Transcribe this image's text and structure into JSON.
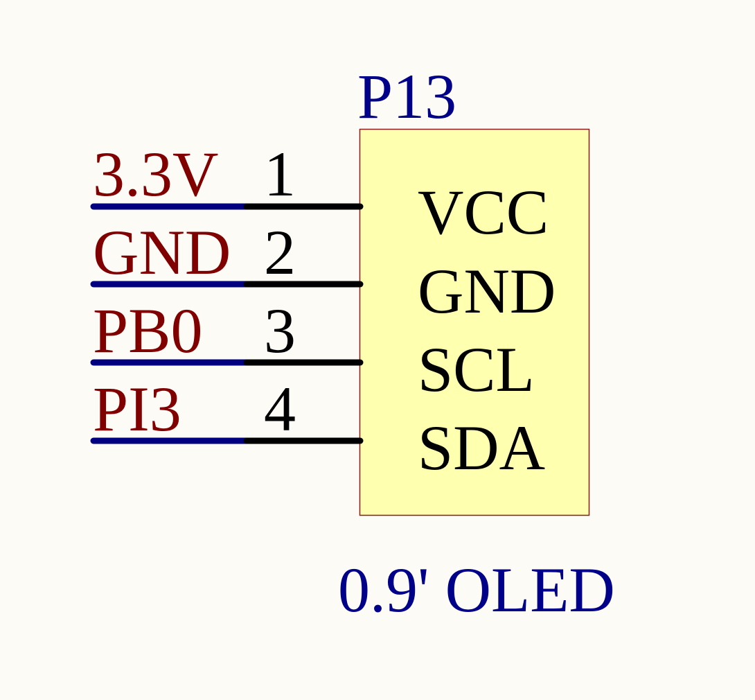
{
  "component": {
    "designator": "P13",
    "comment": "0.9' OLED"
  },
  "pins": [
    {
      "number": "1",
      "name": "VCC",
      "net": "3.3V"
    },
    {
      "number": "2",
      "name": "GND",
      "net": "GND"
    },
    {
      "number": "3",
      "name": "SCL",
      "net": "PB0"
    },
    {
      "number": "4",
      "name": "SDA",
      "net": "PI3"
    }
  ],
  "colors": {
    "background": "#fdfbf6",
    "body_fill": "#ffffb0",
    "body_border": "#8b1a1a",
    "designator_text": "#000088",
    "net_label_text": "#800000",
    "pin_text": "#000000",
    "wire": "#000080",
    "pin_line": "#000000"
  }
}
